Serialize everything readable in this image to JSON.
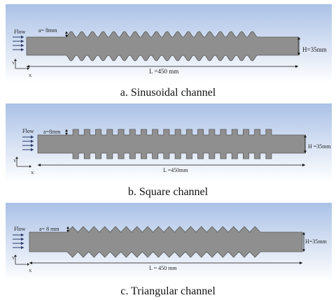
{
  "panels": [
    {
      "id": "sinusoidal",
      "caption": "a. Sinusoidal channel",
      "flow_label": "Flow",
      "amplitude_label": "a= 8mm",
      "height_label": "H=35mm",
      "length_label": "L =450 mm",
      "axis_y": "Y",
      "axis_x": "X",
      "wave_type": "sine",
      "wave_count": 18
    },
    {
      "id": "square",
      "caption": "b. Square channel",
      "flow_label": "Flow",
      "amplitude_label": "a=8mm",
      "height_label": "H =35mm",
      "length_label": "L =450mm",
      "axis_y": "Y",
      "axis_x": "X",
      "wave_type": "square",
      "wave_count": 18
    },
    {
      "id": "triangular",
      "caption": "c. Triangular channel",
      "flow_label": "Flow",
      "amplitude_label": "a= 8 mm",
      "height_label": "H=35mm",
      "length_label": "L = 450 mm",
      "axis_y": "Y",
      "axis_x": "X",
      "wave_type": "triangle",
      "wave_count": 18
    }
  ],
  "colors": {
    "panel_top": "#aac1e6",
    "panel_bottom": "#ffffff",
    "channel_fill": "#8f8f8f",
    "channel_stroke": "#5a5a5a",
    "arrow": "#2a3a6a"
  }
}
